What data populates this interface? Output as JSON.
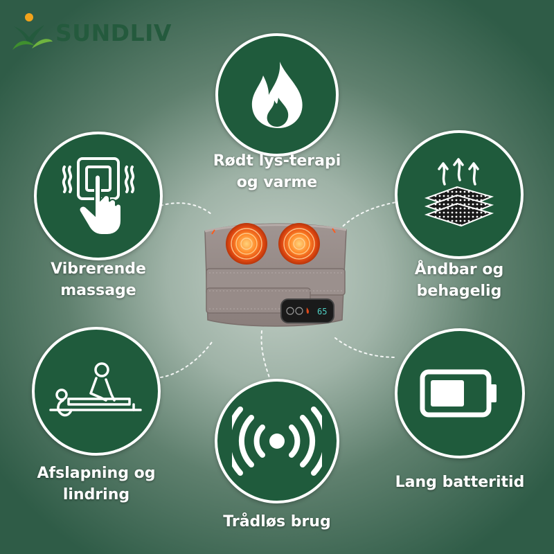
{
  "brand": {
    "name": "SUNDLIV",
    "colors": {
      "primary": "#1f5b3c",
      "leaf": "#3f8f2e",
      "sun": "#f2a31b"
    }
  },
  "features": [
    {
      "id": "heat",
      "icon": "flame-icon",
      "lines": [
        "Rødt lys-terapi",
        "og varme"
      ]
    },
    {
      "id": "vibration",
      "icon": "vibrating-button-hand-icon",
      "lines": [
        "Vibrerende",
        "massage"
      ]
    },
    {
      "id": "breathable",
      "icon": "breathable-layers-icon",
      "lines": [
        "Åndbar og",
        "behagelig"
      ]
    },
    {
      "id": "relaxation",
      "icon": "massage-person-icon",
      "lines": [
        "Afslapning og",
        "lindring"
      ]
    },
    {
      "id": "wireless",
      "icon": "wireless-signal-icon",
      "lines": [
        "Trådløs brug"
      ]
    },
    {
      "id": "battery",
      "icon": "battery-icon",
      "lines": [
        "Lang batteritid"
      ]
    }
  ],
  "product": {
    "name": "heated-massage-belt",
    "display_reading": "65"
  }
}
